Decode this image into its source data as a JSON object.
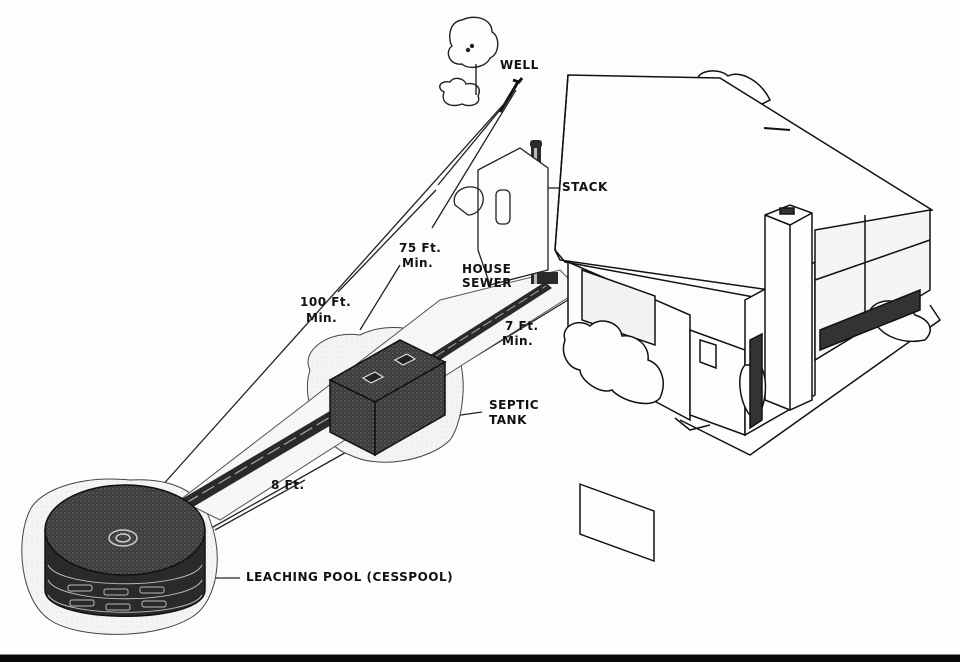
{
  "diagram": {
    "subject": "Septic system layout",
    "labels": {
      "well": "WELL",
      "stack": "STACK",
      "house_sewer_line1": "HOUSE",
      "house_sewer_line2": "SEWER",
      "dist_75_line1": "75 Ft.",
      "dist_75_line2": "Min.",
      "dist_100_line1": "100 Ft.",
      "dist_100_line2": "Min.",
      "dist_7_line1": "7 Ft.",
      "dist_7_line2": "Min.",
      "septic_tank_line1": "SEPTIC",
      "septic_tank_line2": "TANK",
      "dist_8": "8 Ft.",
      "leaching_pool": "LEACHING POOL (CESSPOOL)"
    },
    "components": [
      {
        "name": "well",
        "label": "WELL"
      },
      {
        "name": "house",
        "label": ""
      },
      {
        "name": "stack",
        "label": "STACK"
      },
      {
        "name": "house-sewer",
        "label": "HOUSE SEWER"
      },
      {
        "name": "septic-tank",
        "label": "SEPTIC TANK"
      },
      {
        "name": "leaching-pool",
        "label": "LEACHING POOL (CESSPOOL)"
      }
    ],
    "distances": [
      {
        "from": "well",
        "to": "leaching-pool",
        "value": "100 Ft. Min."
      },
      {
        "from": "well",
        "to": "septic-tank",
        "value": "75 Ft. Min."
      },
      {
        "from": "house",
        "to": "septic-tank",
        "value": "7 Ft. Min."
      },
      {
        "from": "septic-tank",
        "to": "leaching-pool",
        "value": "8 Ft."
      }
    ],
    "colors": {
      "background": "#fdfdfd",
      "ink": "#111111",
      "fill_dark": "#3a3a3a",
      "bottom_bar": "#0a0a0a"
    }
  }
}
